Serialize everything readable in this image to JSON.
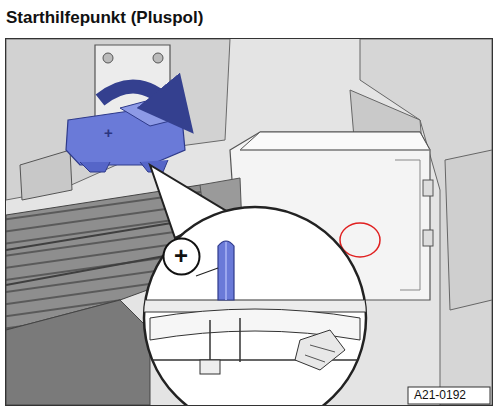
{
  "diagram": {
    "title": "Starthilfepunkt (Pluspol)",
    "nodes": [
      {
        "text": [
          "+"
        ]
      }
    ],
    "labels": [
      "+",
      "A21-0192"
    ]
  }
}
